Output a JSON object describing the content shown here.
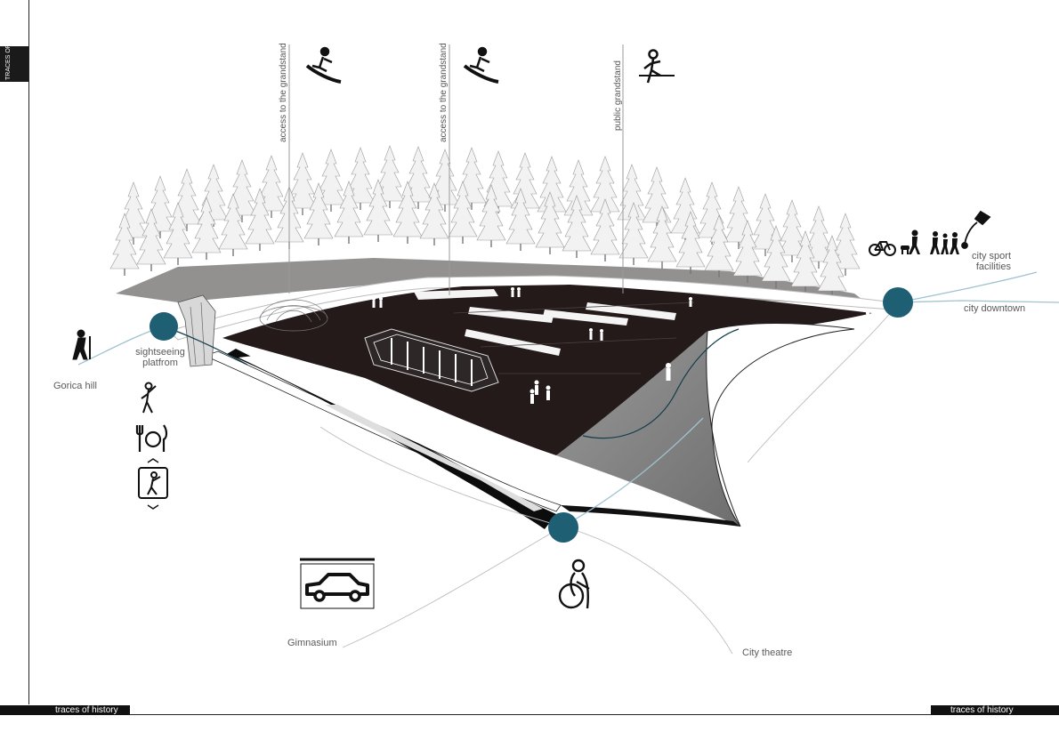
{
  "side_tab": {
    "text": "TRACES OF HISTORY"
  },
  "footer": {
    "left_text": "traces of history",
    "right_text": "traces of history"
  },
  "callouts": {
    "grandstand_access_1": "access to the grandstand",
    "grandstand_access_2": "access to the grandstand",
    "public_grandstand": "public grandstand"
  },
  "place_labels": {
    "sightseeing_platform": "sightseeing\nplatfrom",
    "gorica_hill": "Gorica hill",
    "city_sport_facilities": "city sport\nfacilities",
    "city_downtown": "city downtown",
    "gimnasium": "Gimnasium",
    "city_theatre": "City theatre"
  },
  "icons": {
    "top": [
      "skateboarder-icon",
      "skateboarder-icon",
      "spectator-icon"
    ],
    "left": [
      "hiker-icon",
      "person-icon",
      "dining-icon",
      "elevator-icon"
    ],
    "right": [
      "bicycle-icon",
      "dog-walker-icon",
      "family-walking-icon",
      "kite-icon"
    ],
    "bottom": [
      "garage-car-icon",
      "wheelchair-icon"
    ]
  },
  "colors": {
    "node": "#1e5f74",
    "path": "#9fc2d2",
    "ground": "#241a1a",
    "accent_gray": "#8a8a8a"
  }
}
